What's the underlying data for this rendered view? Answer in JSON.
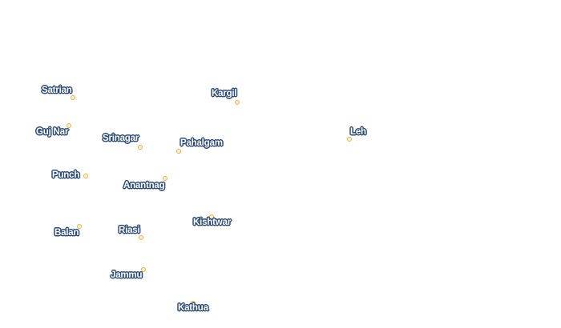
{
  "map": {
    "places": [
      {
        "id": "satrian",
        "name": "Satrian"
      },
      {
        "id": "kargil",
        "name": "Kargil"
      },
      {
        "id": "guj-nar",
        "name": "Guj Nar"
      },
      {
        "id": "srinagar",
        "name": "Srinagar"
      },
      {
        "id": "pahalgam",
        "name": "Pahalgam"
      },
      {
        "id": "leh",
        "name": "Leh"
      },
      {
        "id": "punch",
        "name": "Punch"
      },
      {
        "id": "anantnag",
        "name": "Anantnag"
      },
      {
        "id": "kishtwar",
        "name": "Kishtwar"
      },
      {
        "id": "balan",
        "name": "Balan"
      },
      {
        "id": "riasi",
        "name": "Riasi"
      },
      {
        "id": "jammu",
        "name": "Jammu"
      },
      {
        "id": "kathua",
        "name": "Kathua"
      }
    ],
    "colors": {
      "label_text": "#ffffff",
      "label_halo": "#2b4a75",
      "marker_fill": "#fdf3d4",
      "marker_stroke": "#e6b24a"
    }
  }
}
